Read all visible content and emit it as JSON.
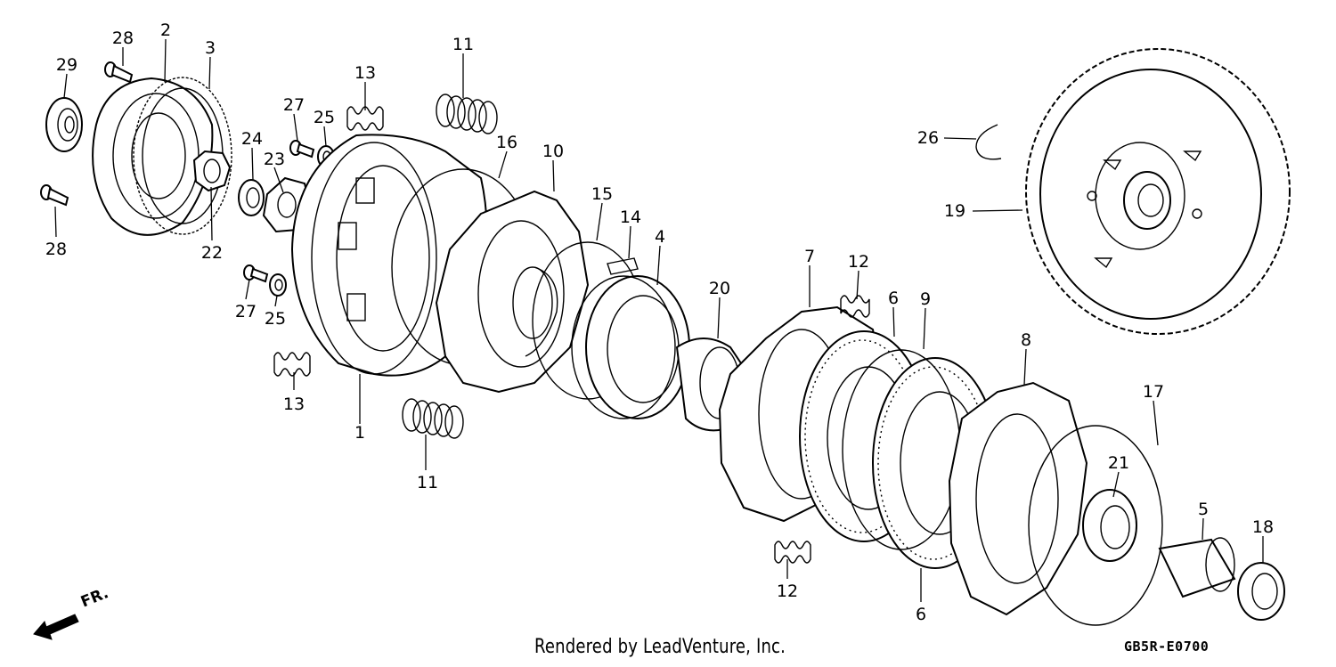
{
  "diagram": {
    "labels": [
      "1",
      "2",
      "3",
      "4",
      "5",
      "6",
      "6",
      "7",
      "8",
      "9",
      "10",
      "11",
      "11",
      "12",
      "12",
      "13",
      "13",
      "14",
      "15",
      "16",
      "17",
      "18",
      "19",
      "20",
      "21",
      "22",
      "23",
      "24",
      "25",
      "25",
      "26",
      "27",
      "27",
      "28",
      "28",
      "29"
    ],
    "footer": {
      "credit": "Rendered by LeadVenture, Inc.",
      "code": "GB5R-E0700"
    },
    "direction": "FR."
  }
}
